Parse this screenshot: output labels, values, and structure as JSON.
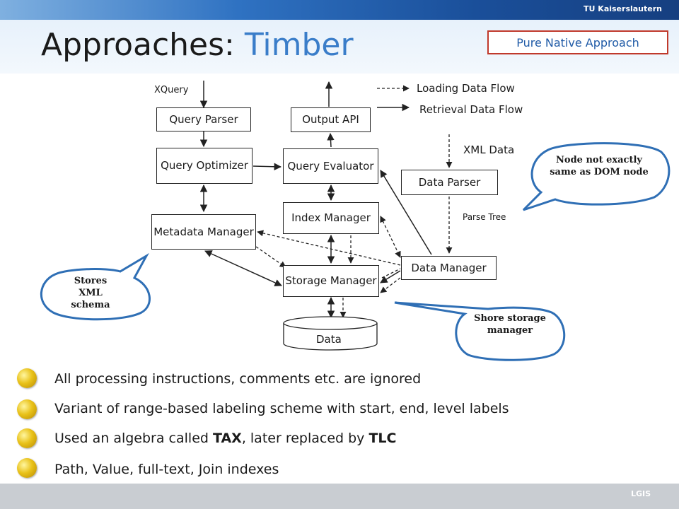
{
  "header": {
    "university": "TU Kaiserslautern",
    "title_main": "Approaches: ",
    "title_highlight": "Timber",
    "tag": "Pure Native Approach"
  },
  "diagram": {
    "input_label": "XQuery",
    "query_parser": "Query Parser",
    "output_api": "Output API",
    "query_optimizer": "Query Optimizer",
    "query_evaluator": "Query Evaluator",
    "index_manager": "Index Manager",
    "metadata_manager": "Metadata Manager",
    "storage_manager": "Storage Manager",
    "data_parser": "Data Parser",
    "data_manager": "Data Manager",
    "data_store": "Data",
    "xml_data_label": "XML Data",
    "parse_tree_label": "Parse Tree",
    "legend_loading": "Loading Data Flow",
    "legend_retrieval": "Retrieval Data Flow",
    "bubble_node": "Node not exactly same as DOM node",
    "bubble_schema": "Stores XML schema",
    "bubble_shore": "Shore storage manager"
  },
  "bullets": [
    {
      "segments": [
        {
          "text": "All processing instructions, comments etc. are ignored",
          "bold": false
        }
      ]
    },
    {
      "segments": [
        {
          "text": "Variant of range-based labeling scheme with start, end, level labels",
          "bold": false
        }
      ]
    },
    {
      "segments": [
        {
          "text": "Used an algebra called ",
          "bold": false
        },
        {
          "text": "TAX",
          "bold": true
        },
        {
          "text": ", later replaced by ",
          "bold": false
        },
        {
          "text": "TLC",
          "bold": true
        }
      ]
    },
    {
      "segments": [
        {
          "text": "Path, Value, full-text, Join indexes",
          "bold": false
        }
      ]
    }
  ],
  "footer": {
    "label": "LGIS"
  },
  "colors": {
    "accent": "#3a7dc9",
    "bubble_border": "#2f6fb5",
    "bullet": "#e9c21a",
    "tag_border": "#c0392b"
  }
}
